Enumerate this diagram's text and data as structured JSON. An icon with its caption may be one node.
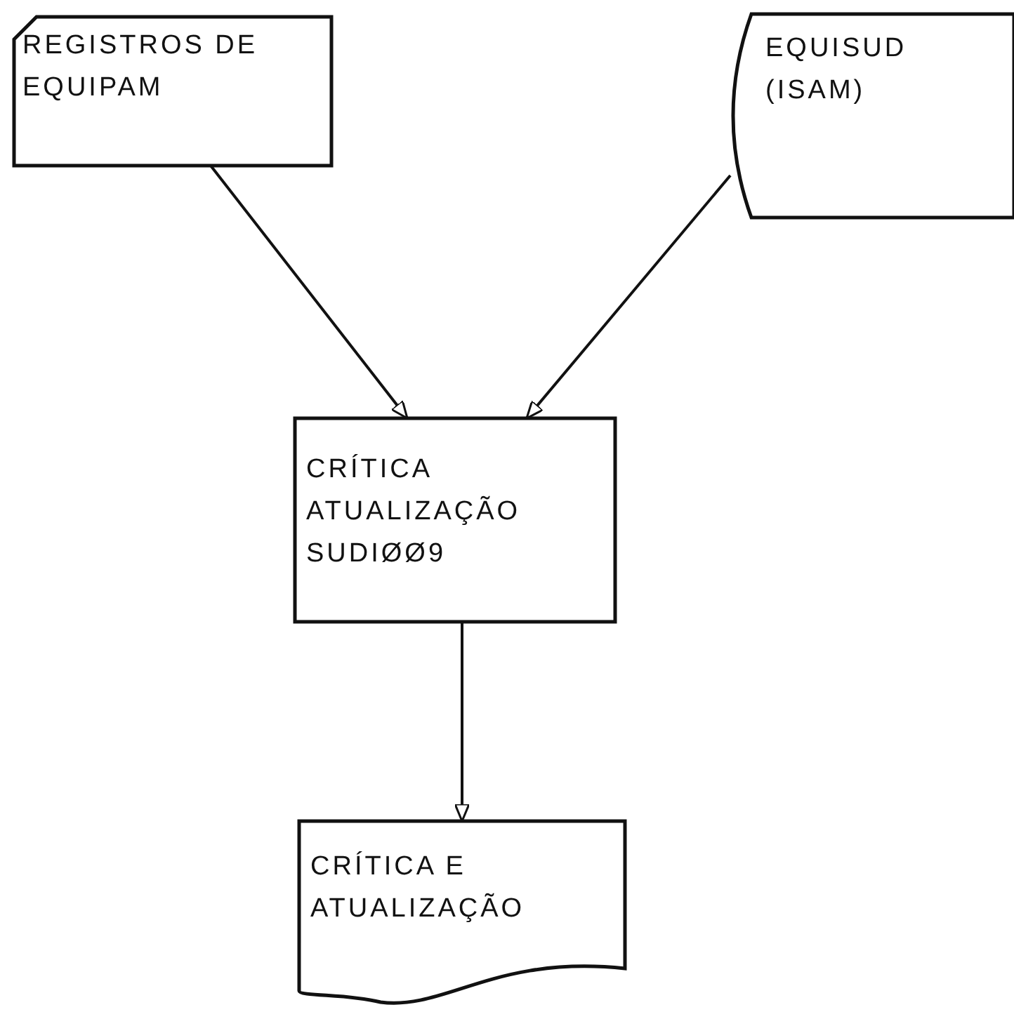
{
  "diagram": {
    "nodes": [
      {
        "text": [
          "REGISTROS DE EQUIPAM"
        ]
      },
      {
        "text": [
          "EQUISUD (ISAM)"
        ]
      },
      {
        "text": [
          "CRÍTICA ATUALIZAÇÃO SUDIØØ9"
        ]
      },
      {
        "text": [
          "CRÍTICA E ATUALIZAÇÃO"
        ]
      }
    ],
    "edges": [
      {
        "from": 0,
        "to": 2,
        "arrow": "to"
      },
      {
        "from": 1,
        "to": 2,
        "arrow": "to"
      },
      {
        "from": 2,
        "to": 3,
        "arrow": "to"
      }
    ]
  }
}
